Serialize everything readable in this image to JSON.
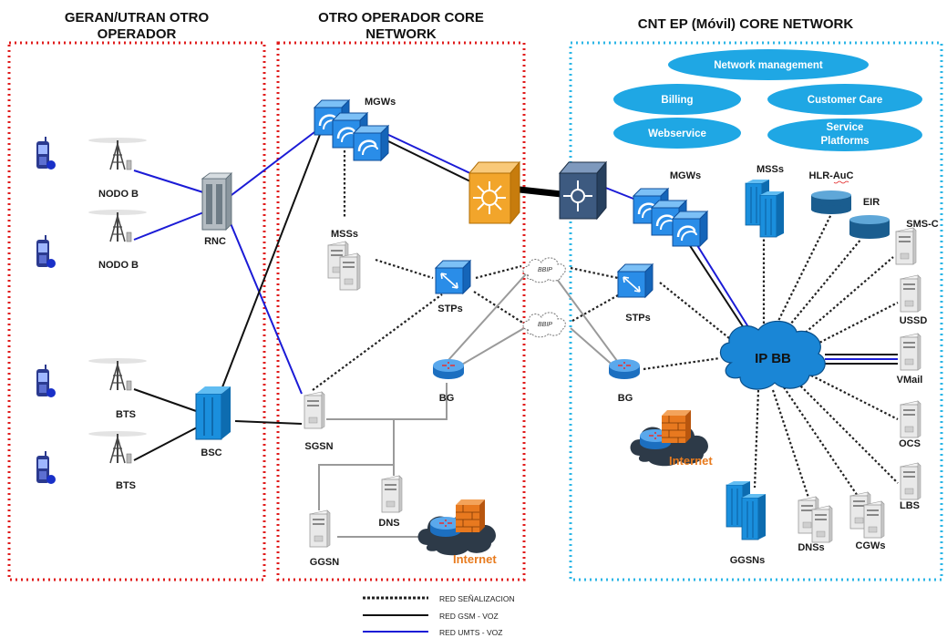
{
  "regions": {
    "left_title": [
      "GERAN/UTRAN OTRO",
      "OPERADOR"
    ],
    "middle_title": [
      "OTRO OPERADOR CORE",
      "NETWORK"
    ],
    "right_title": "CNT EP (Móvil) CORE NETWORK",
    "left_border_color": "#e01b1b",
    "right_border_color": "#2bb6e6"
  },
  "services": {
    "network_management": "Network management",
    "billing": "Billing",
    "customer_care": "Customer Care",
    "webservice": "Webservice",
    "service_platforms": [
      "Service",
      "Platforms"
    ],
    "color": "#1fa7e4"
  },
  "labels": {
    "nodo_b_1": "NODO B",
    "nodo_b_2": "NODO B",
    "rnc": "RNC",
    "bts_1": "BTS",
    "bts_2": "BTS",
    "bsc": "BSC",
    "mgws_other": "MGWs",
    "msss_other": "MSSs",
    "stps_other": "STPs",
    "bg_other": "BG",
    "sgsn": "SGSN",
    "ggsn": "GGSN",
    "dns_other": "DNS",
    "internet_other": "Internet",
    "bbip_1": "BBIP",
    "bbip_2": "BBIP",
    "mgws_cnt": "MGWs",
    "msss_cnt": "MSSs",
    "hlr_auc": "HLR-AuC",
    "eir": "EIR",
    "sms_c": "SMS-C",
    "ussd": "USSD",
    "vmail": "VMail",
    "ocs": "OCS",
    "lbs": "LBS",
    "cgws": "CGWs",
    "dnss": "DNSs",
    "ggsns": "GGSNs",
    "stps_cnt": "STPs",
    "bg_cnt": "BG",
    "internet_cnt": "Internet",
    "ip_bb": "IP BB"
  },
  "legend": {
    "signaling": "RED SEÑALIZACION",
    "gsm": "RED GSM - VOZ",
    "umts": "RED UMTS - VOZ"
  },
  "icons": {
    "phone": "mobile-phone-icon",
    "antenna": "antenna-tower-icon",
    "rnc": "rnc-rack-icon",
    "bsc": "bsc-server-icon",
    "mgw": "media-gateway-icon",
    "switch": "core-switch-icon",
    "stp": "stp-icon",
    "router": "router-icon",
    "server": "server-icon",
    "database": "database-icon",
    "cloud": "cloud-icon",
    "firewall": "firewall-icon"
  }
}
